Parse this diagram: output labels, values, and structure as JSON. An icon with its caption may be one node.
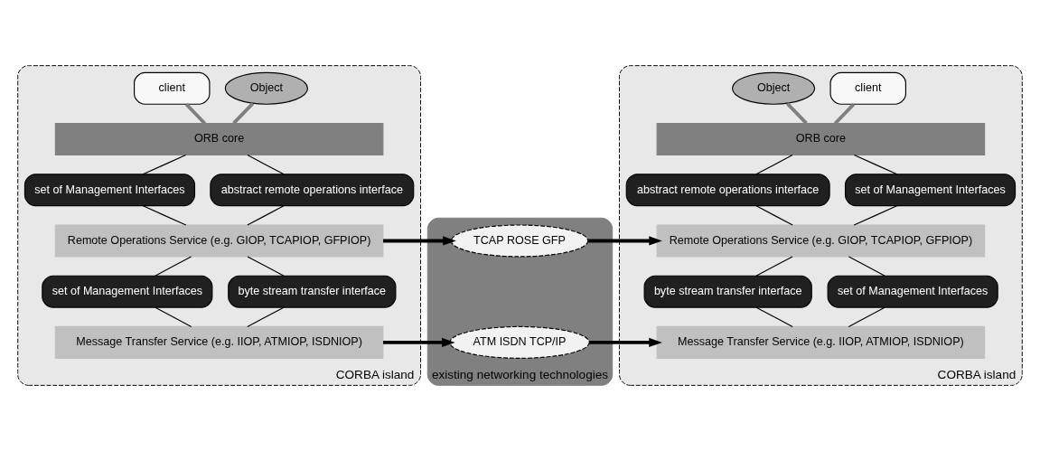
{
  "diagram": {
    "nodes": [
      {
        "text": [
          "CORBA island"
        ]
      },
      {
        "text": [
          "Object"
        ],
        "in": 0
      },
      {
        "text": [
          "client"
        ],
        "in": 0
      },
      {
        "text": [
          "ORB core"
        ],
        "in": 0
      },
      {
        "text": [
          "set of Management Interfaces"
        ],
        "in": 0
      },
      {
        "text": [
          "abstract remote operations interface"
        ],
        "in": 0
      },
      {
        "text": [
          "Remote Operations Service (e.g. GIOP, TCAPIOP, GFPIOP)"
        ],
        "in": 0
      },
      {
        "text": [
          "set of Management Interfaces"
        ],
        "in": 0
      },
      {
        "text": [
          "byte stream transfer interface"
        ],
        "in": 0
      },
      {
        "text": [
          "Message Transfer Service (e.g. IIOP, ATMIOP, ISDNIOP)"
        ],
        "in": 0
      },
      {
        "text": [
          "existing networking technologies"
        ]
      },
      {
        "text": [
          "TCAP ROSE GFP"
        ],
        "in": 10
      },
      {
        "text": [
          "ATM ISDN TCP/IP"
        ],
        "in": 10
      },
      {
        "text": [
          "CORBA island"
        ]
      },
      {
        "text": [
          "client"
        ],
        "in": 13
      },
      {
        "text": [
          "Object"
        ],
        "in": 13
      },
      {
        "text": [
          "ORB core"
        ],
        "in": 13
      },
      {
        "text": [
          "abstract remote operations interface"
        ],
        "in": 13
      },
      {
        "text": [
          "set of Management Interfaces"
        ],
        "in": 13
      },
      {
        "text": [
          "Remote Operations Service (e.g. GIOP, TCAPIOP, GFPIOP)"
        ],
        "in": 13
      },
      {
        "text": [
          "byte stream transfer interface"
        ],
        "in": 13
      },
      {
        "text": [
          "set of Management Interfaces"
        ],
        "in": 13
      },
      {
        "text": [
          "Message Transfer Service (e.g. IIOP, ATMIOP, ISDNIOP)"
        ],
        "in": 13
      }
    ],
    "edges": [
      {
        "from": 1,
        "to": 3,
        "arrow": "none",
        "style": "thick",
        "color": "#808080"
      },
      {
        "from": 2,
        "to": 3,
        "arrow": "none",
        "style": "thick",
        "color": "#808080"
      },
      {
        "from": 3,
        "to": 4,
        "arrow": "none"
      },
      {
        "from": 4,
        "to": 6,
        "arrow": "none"
      },
      {
        "from": 3,
        "to": 5,
        "arrow": "none"
      },
      {
        "from": 5,
        "to": 6,
        "arrow": "none"
      },
      {
        "from": 6,
        "to": 7,
        "arrow": "none"
      },
      {
        "from": 7,
        "to": 9,
        "arrow": "none"
      },
      {
        "from": 6,
        "to": 8,
        "arrow": "none"
      },
      {
        "from": 8,
        "to": 9,
        "arrow": "none"
      },
      {
        "from": 6,
        "to": 11,
        "arrow": "to",
        "style": "thick"
      },
      {
        "from": 11,
        "to": 19,
        "arrow": "to",
        "style": "thick"
      },
      {
        "from": 9,
        "to": 12,
        "arrow": "to",
        "style": "thick"
      },
      {
        "from": 12,
        "to": 22,
        "arrow": "to",
        "style": "thick"
      },
      {
        "from": 14,
        "to": 16,
        "arrow": "none",
        "style": "thick",
        "color": "#808080"
      },
      {
        "from": 15,
        "to": 16,
        "arrow": "none",
        "style": "thick",
        "color": "#808080"
      },
      {
        "from": 16,
        "to": 17,
        "arrow": "none"
      },
      {
        "from": 17,
        "to": 19,
        "arrow": "none"
      },
      {
        "from": 16,
        "to": 18,
        "arrow": "none"
      },
      {
        "from": 18,
        "to": 19,
        "arrow": "none"
      },
      {
        "from": 19,
        "to": 20,
        "arrow": "none"
      },
      {
        "from": 20,
        "to": 22,
        "arrow": "none"
      },
      {
        "from": 19,
        "to": 21,
        "arrow": "none"
      },
      {
        "from": 21,
        "to": 22,
        "arrow": "none"
      }
    ]
  }
}
